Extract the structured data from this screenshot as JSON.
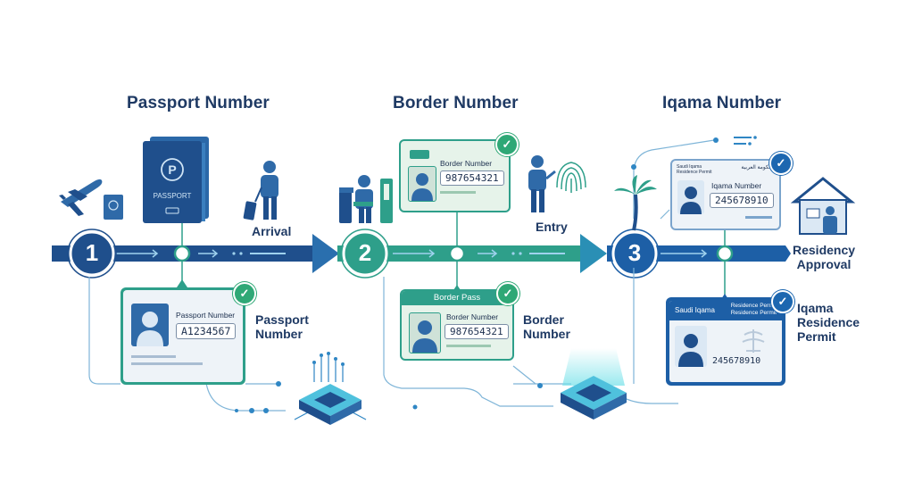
{
  "stages": [
    {
      "title": "Passport Number",
      "step": "1",
      "event_label": "Arrival",
      "doc_cover_text": "PASSPORT",
      "card": {
        "field_label": "Passport Number",
        "value": "A1234567"
      },
      "caption": [
        "Passport",
        "Number"
      ]
    },
    {
      "title": "Border Number",
      "step": "2",
      "event_label": "Entry",
      "top_card": {
        "field_label": "Border Number",
        "value": "987654321"
      },
      "card": {
        "header": "Border Pass",
        "field_label": "Border Number",
        "value": "987654321"
      },
      "caption": [
        "Border",
        "Number"
      ]
    },
    {
      "title": "Iqama Number",
      "step": "3",
      "event_label": [
        "Residency",
        "Approval"
      ],
      "top_card": {
        "header_left": "Saudi Iqama\nResidence Permit",
        "header_right": "حكومة العربية",
        "field_label": "Iqama Number",
        "value": "245678910"
      },
      "card": {
        "header_left": "Saudi Iqama",
        "header_right": "Residence Permit\nResidence Permit",
        "value": "245678910"
      },
      "caption": [
        "Iqama",
        "Residence",
        "Permit"
      ]
    }
  ],
  "colors": {
    "navy": "#1f3a64",
    "blue": "#1d67b0",
    "green": "#2fa876",
    "teal": "#3aa7a3",
    "card_bg": "#eef3f8",
    "green_card_bg": "#e6f3ea"
  },
  "icons": [
    "airplane-icon",
    "passport-icon",
    "traveler-icon",
    "immigration-officer-icon",
    "fingerprint-icon",
    "palm-tree-icon",
    "house-icon",
    "server-chip-icon",
    "check-icon"
  ]
}
